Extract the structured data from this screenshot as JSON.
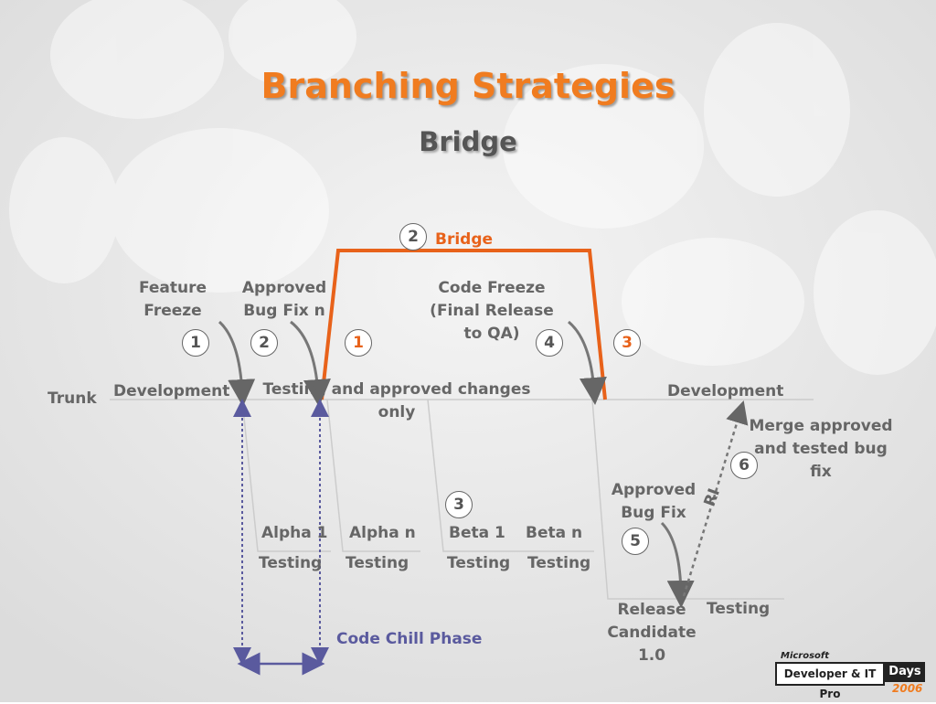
{
  "slide": {
    "title": "Branching Strategies",
    "subtitle": "Bridge"
  },
  "labels": {
    "bridge": "Bridge",
    "trunk": "Trunk",
    "development_left": "Development",
    "development_right": "Development",
    "testing_approved_line1": "Testing and approved changes",
    "testing_approved_line2": "only",
    "feature_freeze_line1": "Feature",
    "feature_freeze_line2": "Freeze",
    "approved_bugfix_top_line1": "Approved",
    "approved_bugfix_top_line2": "Bug Fix n",
    "code_freeze_line1": "Code Freeze",
    "code_freeze_line2": "(Final Release",
    "code_freeze_line3": "to QA)",
    "merge_line1": "Merge approved",
    "merge_line2": "and tested bug",
    "merge_line3": "fix",
    "approved_bugfix_low_line1": "Approved",
    "approved_bugfix_low_line2": "Bug Fix",
    "ri": "RI",
    "alpha1": "Alpha 1",
    "alphan": "Alpha n",
    "beta1": "Beta 1",
    "betan": "Beta n",
    "testing_alpha1": "Testing",
    "testing_alphan": "Testing",
    "testing_beta1": "Testing",
    "testing_betan": "Testing",
    "rc_line1": "Release",
    "rc_line2": "Candidate",
    "rc_line3": "1.0",
    "testing_rc": "Testing",
    "code_chill": "Code Chill Phase"
  },
  "badges": {
    "b1": "1",
    "b2": "2",
    "b4": "4",
    "b3": "3",
    "b6": "6",
    "b5": "5",
    "bridge_num": "2",
    "orange1": "1",
    "orange3": "3"
  },
  "logo": {
    "brand": "Microsoft",
    "event": "Developer & IT Pro",
    "days": "Days",
    "year": "2006"
  },
  "colors": {
    "accent": "#f07c20",
    "bridge_line": "#e8621a",
    "text": "#666666",
    "chill": "#5a5a9e"
  }
}
